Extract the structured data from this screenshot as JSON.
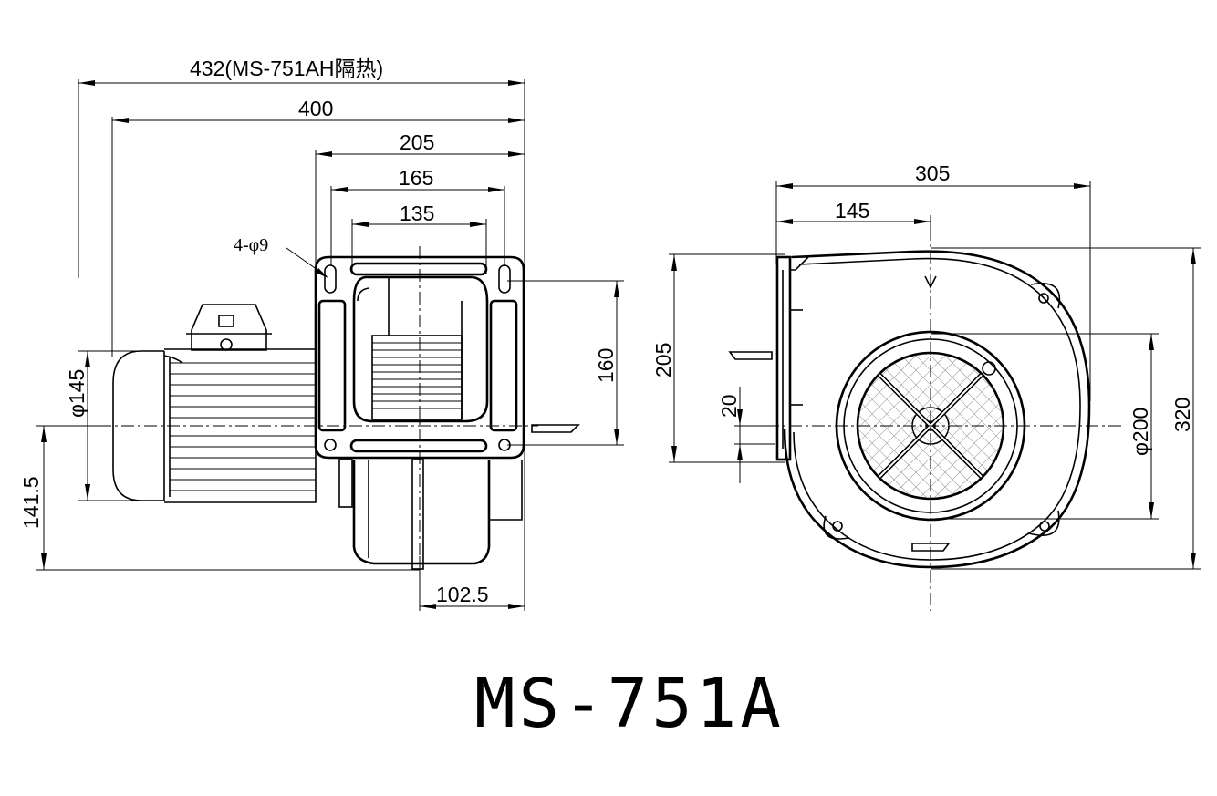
{
  "title": "MS-751A",
  "side_view": {
    "dim_overall_ah": "432(MS-751AH隔热)",
    "dim_overall": "400",
    "dim_flange_205": "205",
    "dim_flange_165": "165",
    "dim_flange_135": "135",
    "dim_holes": "4-φ9",
    "dim_motor_dia": "φ145",
    "dim_height_141": "141.5",
    "dim_height_160": "160",
    "dim_offset_1025": "102.5"
  },
  "front_view": {
    "dim_width_305": "305",
    "dim_width_145": "145",
    "dim_height_205": "205",
    "dim_height_20": "20",
    "dim_inlet_dia": "φ200",
    "dim_height_320": "320"
  }
}
